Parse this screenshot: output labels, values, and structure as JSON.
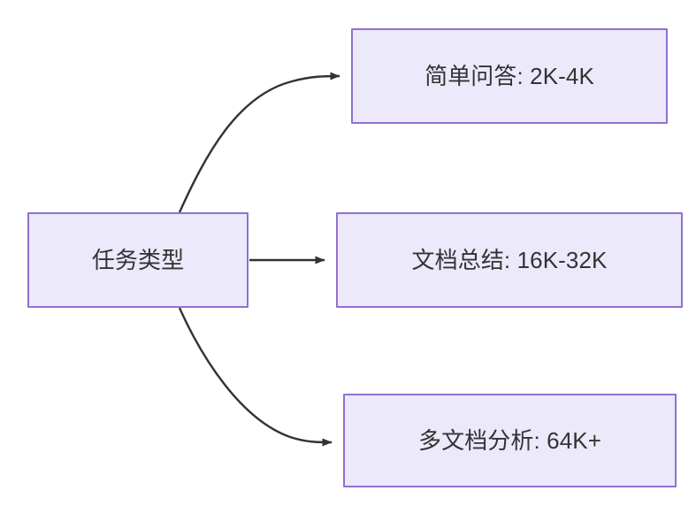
{
  "diagram": {
    "type": "flowchart",
    "direction": "left-to-right",
    "background_color": "#ffffff",
    "node_fill_color": "#ece9fb",
    "node_border_color": "#9070d0",
    "node_text_color": "#333333",
    "edge_color": "#333333",
    "root": {
      "id": "root",
      "label": "任务类型"
    },
    "nodes": [
      {
        "id": "simple-qa",
        "label": "简单问答: 2K-4K",
        "task": "简单问答",
        "context_length": "2K-4K"
      },
      {
        "id": "doc-summary",
        "label": "文档总结: 16K-32K",
        "task": "文档总结",
        "context_length": "16K-32K"
      },
      {
        "id": "multi-doc",
        "label": "多文档分析: 64K+",
        "task": "多文档分析",
        "context_length": "64K+"
      }
    ],
    "edges": [
      {
        "id": "edge-root-simple-qa",
        "from": "root",
        "to": "simple-qa",
        "style": "curved",
        "arrow": "arrowhead-end"
      },
      {
        "id": "edge-root-doc-summary",
        "from": "root",
        "to": "doc-summary",
        "style": "straight",
        "arrow": "arrowhead-end"
      },
      {
        "id": "edge-root-multi-doc",
        "from": "root",
        "to": "multi-doc",
        "style": "curved",
        "arrow": "arrowhead-end"
      }
    ]
  }
}
